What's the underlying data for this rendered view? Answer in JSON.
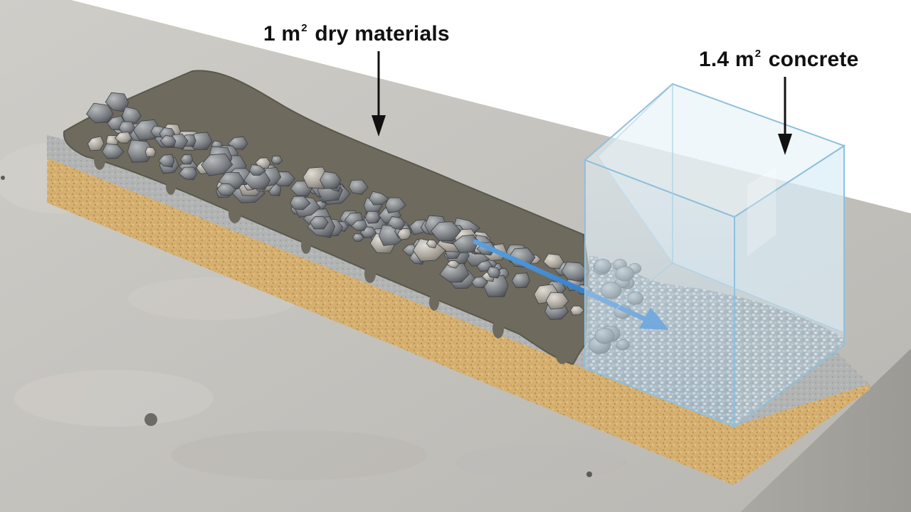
{
  "labels": {
    "dry_materials": {
      "number": "1 m",
      "superscript": "2",
      "text": " dry materials"
    },
    "concrete": {
      "number": "1.4 m",
      "superscript": "2",
      "text": " concrete"
    }
  },
  "colors": {
    "background": "#ffffff",
    "concrete_slab": "#c9c7c2",
    "sand_layer": "#d9b57a",
    "cement_paste": "#6f6c5f",
    "stone": "#8a8d8f",
    "glass_box": "#cfe6f3",
    "arrow_blue": "#2f7fcf",
    "label_arrow": "#111111"
  }
}
